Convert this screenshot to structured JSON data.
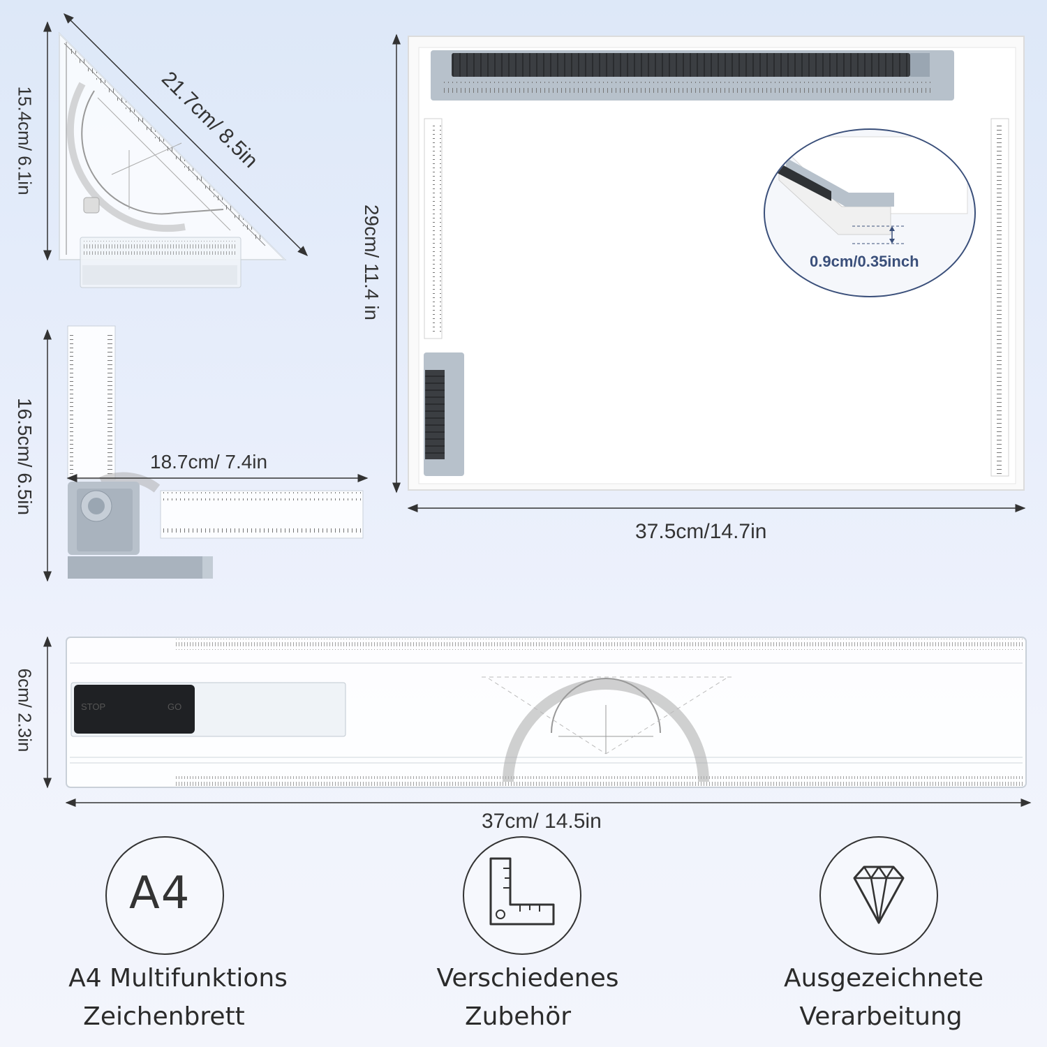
{
  "dimensions": {
    "triangle_height": "15.4cm/ 6.1in",
    "triangle_hypotenuse": "21.7cm/ 8.5in",
    "board_height": "29cm/ 11.4 in",
    "board_width": "37.5cm/14.7in",
    "board_thickness": "0.9cm/0.35inch",
    "angle_height": "16.5cm/ 6.5in",
    "angle_width": "18.7cm/ 7.4in",
    "ruler_height": "6cm/ 2.3in",
    "ruler_width": "37cm/ 14.5in"
  },
  "ruler_labels": {
    "stop_left": "STOP",
    "stop_right": "GO"
  },
  "features": [
    {
      "icon": "a4-icon",
      "icon_text": "A4",
      "line1": "A4 Multifunktions",
      "line2": "Zeichenbrett"
    },
    {
      "icon": "ruler-square-icon",
      "line1": "Verschiedenes",
      "line2": "Zubehör"
    },
    {
      "icon": "diamond-icon",
      "line1": "Ausgezeichnete",
      "line2": "Verarbeitung"
    }
  ],
  "colors": {
    "background_top": "#dde8f8",
    "accent_blue": "#3a4f7a",
    "ruler_grey": "#9aa6b2",
    "rail_dark": "#3b3e42"
  }
}
